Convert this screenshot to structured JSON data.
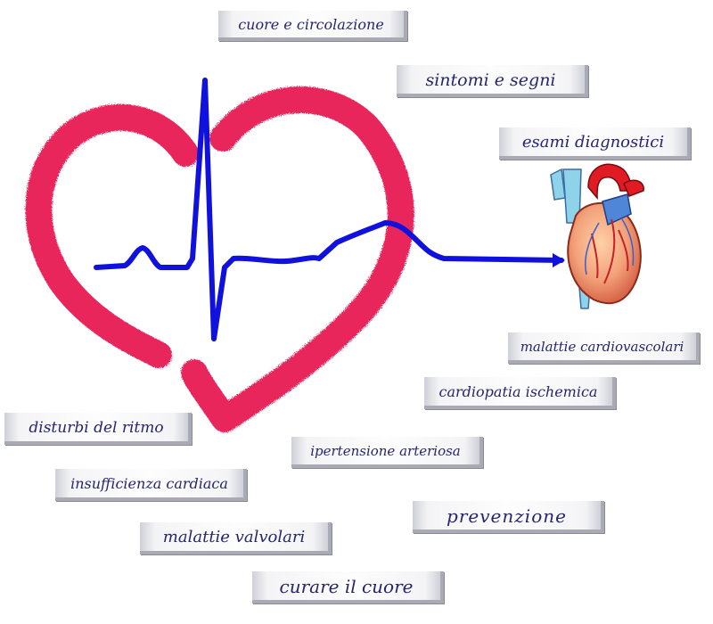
{
  "nav": {
    "cuore_e_circolazione": "cuore e circolazione",
    "sintomi_e_segni": "sintomi e segni",
    "esami_diagnostici": "esami diagnostici",
    "malattie_cardiovascolari": "malattie cardiovascolari",
    "cardiopatia_ischemica": "cardiopatia ischemica",
    "disturbi_del_ritmo": "disturbi del ritmo",
    "ipertensione_arteriosa": "ipertensione arteriosa",
    "insufficienza_cardiaca": "insufficienza cardiaca",
    "prevenzione": "prevenzione",
    "malattie_valvolari": "malattie valvolari",
    "curare_il_cuore": "curare il cuore"
  },
  "colors": {
    "heart_stroke": "#e8174f",
    "ecg_trace": "#1111dd",
    "label_text": "#26266e",
    "button_face": "#f4f4f6"
  }
}
